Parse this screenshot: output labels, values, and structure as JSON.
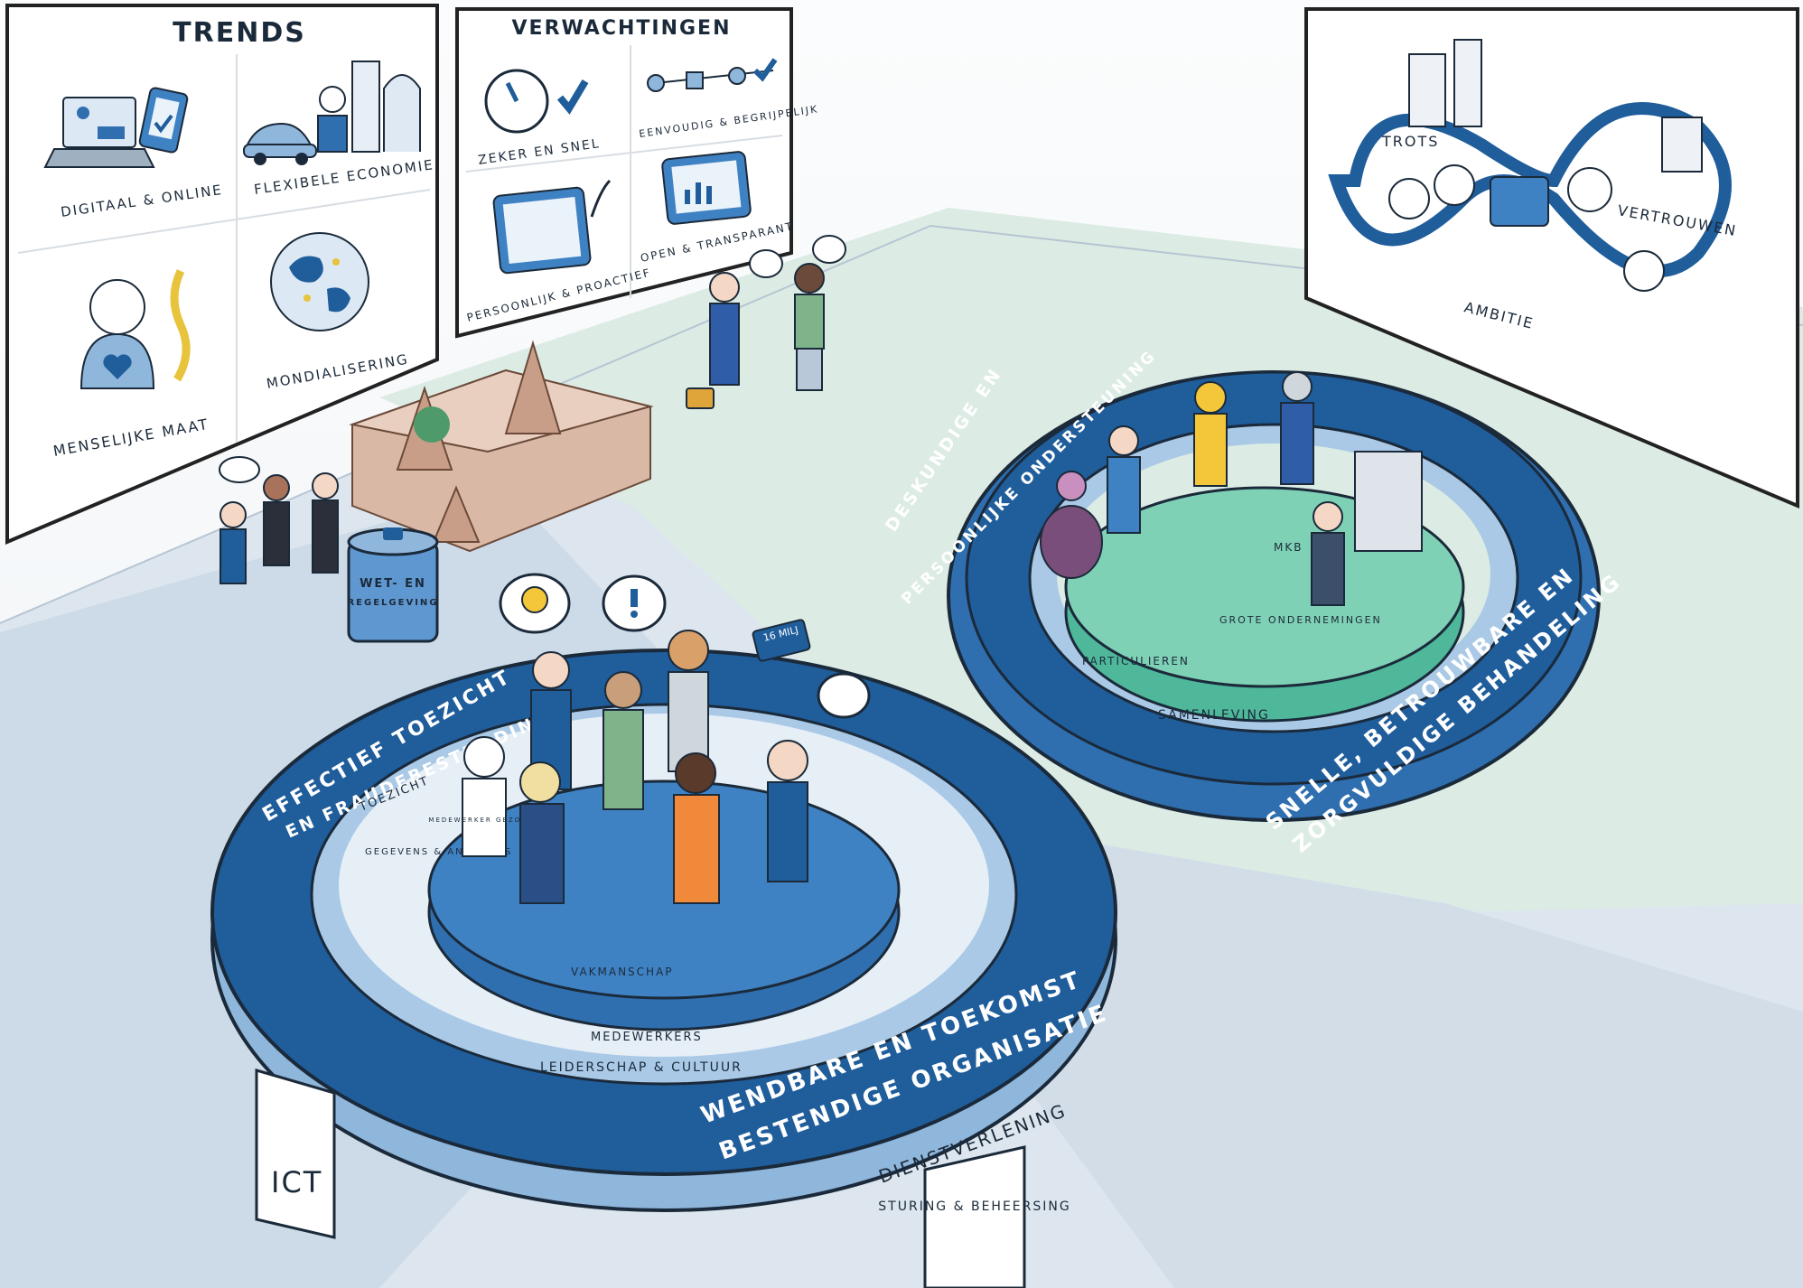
{
  "trends_board": {
    "title": "TRENDS",
    "items": [
      "DIGITAAL & ONLINE",
      "FLEXIBELE ECONOMIE",
      "MENSELIJKE MAAT",
      "MONDIALISERING"
    ]
  },
  "expectations_board": {
    "title": "VERWACHTINGEN",
    "items": [
      "ZEKER EN SNEL",
      "EENVOUDIG & BEGRIJPELIJK",
      "PERSOONLIJK & PROACTIEF",
      "OPEN & TRANSPARANT"
    ]
  },
  "ambition_board": {
    "labels": [
      "TROTS",
      "VERTROUWEN",
      "AMBITIE"
    ]
  },
  "law_box": {
    "line1": "WET- EN",
    "line2": "REGELGEVING"
  },
  "left_loop": {
    "outer_text_line1": "EFFECTIEF TOEZICHT",
    "outer_text_line2": "EN FRAUDEBESTRIJDING",
    "bottom_text_line1": "WENDBARE EN TOEKOMST",
    "bottom_text_line2": "BESTENDIGE ORGANISATIE",
    "inner_labels": [
      "TOEZICHT",
      "GEGEVENS & ANALYTICS",
      "MEDEWERKERS",
      "LEIDERSCHAP & CULTUUR"
    ],
    "platform_label": "VAKMANSCHAP",
    "shirt_text": "MEDEWERKER GEZOCHT",
    "tablet_text": "16 MILJ"
  },
  "right_loop": {
    "outer_text_line1": "DESKUNDIGE EN",
    "outer_text_line2": "PERSOONLIJKE ONDERSTEUNING",
    "bottom_text_line1": "SNELLE, BETROUWBARE EN",
    "bottom_text_line2": "ZORGVULDIGE BEHANDELING",
    "platform_labels": [
      "MKB",
      "GROTE ONDERNEMINGEN",
      "PARTICULIEREN"
    ],
    "base_label": "SAMENLEVING"
  },
  "pillars": [
    "ICT",
    "DIENSTVERLENING",
    "STURING & BEHEERSING"
  ],
  "colors": {
    "ring_dark": "#1f5d9b",
    "ring_light": "#8fb6db",
    "platform_teal": "#7fd1b5",
    "platform_blue": "#3f82c4",
    "floor_blue": "#cddbe8",
    "floor_green": "#dcece4"
  }
}
